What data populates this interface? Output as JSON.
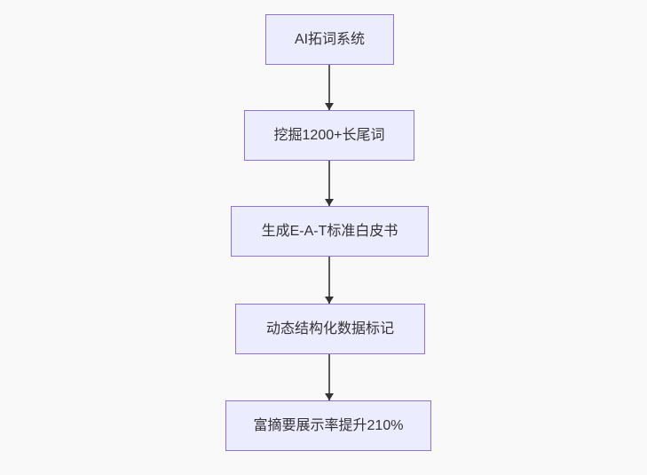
{
  "flowchart": {
    "type": "flowchart-top-down",
    "nodes": [
      {
        "label": "AI拓词系统"
      },
      {
        "label": "挖掘1200+长尾词"
      },
      {
        "label": "生成E-A-T标准白皮书"
      },
      {
        "label": "动态结构化数据标记"
      },
      {
        "label": "富摘要展示率提升210%"
      }
    ],
    "edges": [
      {
        "from": 0,
        "to": 1
      },
      {
        "from": 1,
        "to": 2
      },
      {
        "from": 2,
        "to": 3
      },
      {
        "from": 3,
        "to": 4
      }
    ],
    "colors": {
      "node_fill": "#ECECFF",
      "node_border": "#9370DB",
      "edge_line": "#5c5c5c",
      "arrowhead": "#333333",
      "text": "#333333",
      "background": "#f9f9f9"
    }
  }
}
